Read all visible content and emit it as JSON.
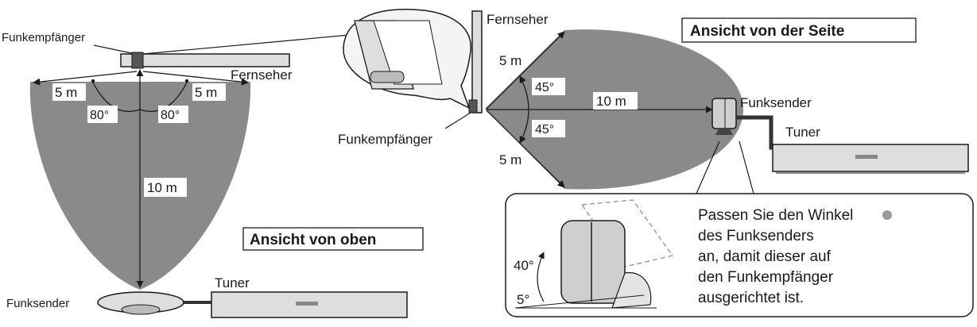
{
  "top_view": {
    "title": "Ansicht von oben",
    "receiver_label": "Funkempfänger",
    "tv_label": "Fernseher",
    "side_distance_left": "5 m",
    "side_distance_right": "5 m",
    "angle_left": "80°",
    "angle_right": "80°",
    "center_distance": "10 m",
    "transmitter_label": "Funksender",
    "tuner_label": "Tuner"
  },
  "side_view": {
    "title": "Ansicht von der Seite",
    "tv_label": "Fernseher",
    "receiver_label": "Funkempfänger",
    "upper_distance": "5 m",
    "lower_distance": "5 m",
    "angle_upper": "45°",
    "angle_lower": "45°",
    "center_distance": "10 m",
    "transmitter_label": "Funksender",
    "tuner_label": "Tuner"
  },
  "detail": {
    "angle_large": "40°",
    "angle_small": "5°",
    "note_lines": [
      "Passen Sie den Winkel",
      "des Funksenders",
      "an, damit dieser auf",
      "den Funkempfänger",
      "ausgerichtet ist."
    ]
  },
  "colors": {
    "coverage_fill": "#8a8a8a",
    "line": "#1a1a1a",
    "device_fill": "#dedede",
    "bullet": "#9a9a9a"
  }
}
